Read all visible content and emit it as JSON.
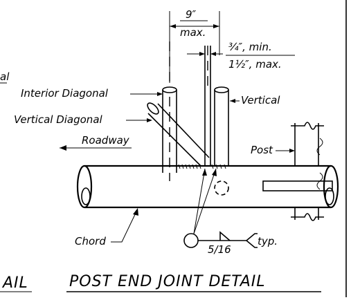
{
  "labels": {
    "dim_top": "9″",
    "dim_top_sub": "max.",
    "gap_min": "¾″, min.",
    "gap_max": "1½″, max.",
    "interior_diagonal": "Interior Diagonal",
    "vertical_diagonal": "Vertical Diagonal",
    "vertical": "Vertical",
    "roadway": "Roadway",
    "post": "Post",
    "chord": "Chord",
    "weld_size": "5/16",
    "typ": "typ.",
    "left_cut_top": "al",
    "left_cut_title": "AIL"
  },
  "title": "POST END JOINT DETAIL"
}
